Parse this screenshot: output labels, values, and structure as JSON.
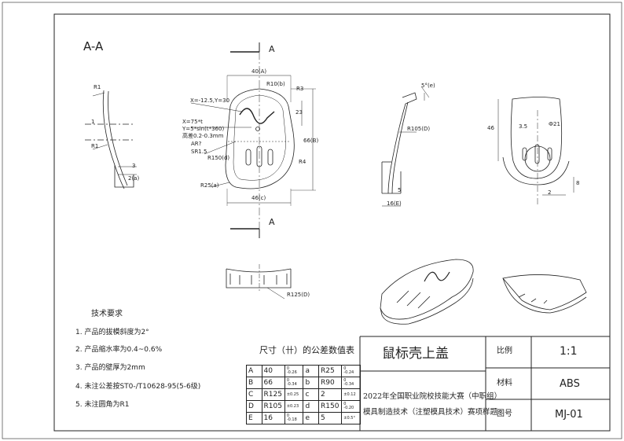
{
  "section_label": "A-A",
  "cut_label": "A",
  "dims": {
    "r1_top": "R1",
    "one": "1",
    "r1_bottom": "R1",
    "three": "3",
    "two_a": "2(a)",
    "width_top": "40(A)",
    "r10": "R10(b)",
    "r3": "R3",
    "h23": "23",
    "h66": "66(B)",
    "x_coord": "X=-12.5,Y=30",
    "eq1": "X=75*t",
    "eq2": "Y=5*sin(t*360)",
    "eq3": "高差0.2-0.3mm",
    "ar": "AR?",
    "sr15": "SR1.5",
    "r150": "R150(d)",
    "r4": "R4",
    "r25": "R25(a)",
    "w46c": "46(c)",
    "ang5": "5°(e)",
    "r105": "R105(D)",
    "five": "5",
    "w16": "16(E)",
    "h46": "46",
    "three_five": "3.5",
    "dia21": "Ф21",
    "two_r": "2",
    "eight": "8",
    "r125": "R125(D)"
  },
  "tech_req": {
    "title": "技术要求",
    "items": [
      "1. 产品的拔模斜度为2°",
      "2. 产品缩水率为0.4~0.6%",
      "3. 产品的壁厚为2mm",
      "4. 未注公差按ST0-/T10628-95(5-6级)",
      "5. 未注圆角为R1"
    ]
  },
  "tolerance": {
    "title": "尺寸（卄）的公差数值表",
    "rows": [
      {
        "l": "A",
        "v": "40",
        "tu": "0",
        "tl": "-0.26",
        "l2": "a",
        "v2": "R25",
        "tu2": "0",
        "tl2": "-0.24"
      },
      {
        "l": "B",
        "v": "66",
        "tu": "0",
        "tl": "-0.34",
        "l2": "b",
        "v2": "R90",
        "tu2": "0",
        "tl2": "-0.34"
      },
      {
        "l": "C",
        "v": "R125",
        "tu": "",
        "tl": "±0.25",
        "l2": "c",
        "v2": "2",
        "tu2": "",
        "tl2": "±0.12"
      },
      {
        "l": "D",
        "v": "R105",
        "tu": "",
        "tl": "±0.23",
        "l2": "d",
        "v2": "R150",
        "tu2": "0",
        "tl2": "-0.20"
      },
      {
        "l": "E",
        "v": "16",
        "tu": "0",
        "tl": "-0.18",
        "l2": "e",
        "v2": "5",
        "tu2": "",
        "tl2": "±0.5°"
      }
    ]
  },
  "title_block": {
    "part_name": "鼠标壳上盖",
    "contest_line1": "2022年全国职业院校技能大赛（中职组）",
    "contest_line2": "模具制造技术（注塑模具技术）赛项样题",
    "scale_label": "比例",
    "scale_value": "1:1",
    "material_label": "材料",
    "material_value": "ABS",
    "drawing_no_label": "图号",
    "drawing_no_value": "MJ-01"
  }
}
